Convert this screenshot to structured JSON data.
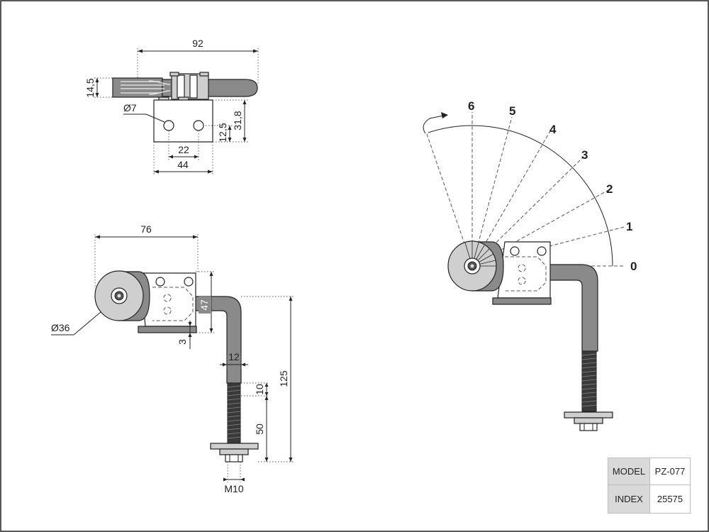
{
  "top_view": {
    "dims": {
      "length": "92",
      "thickness": "14,5",
      "hole_diameter": "Ø7",
      "plate_height": "31,8",
      "hole_offset": "12,5",
      "hole_spacing": "22",
      "plate_width": "44"
    }
  },
  "side_view": {
    "dims": {
      "width": "76",
      "roller_diameter": "Ø36",
      "bracket_height": "47",
      "plate_thickness": "3",
      "rod_diameter": "12",
      "overall_height": "125",
      "unthreaded": "10",
      "thread_length": "50",
      "thread": "M10"
    }
  },
  "angle_view": {
    "positions": [
      "0",
      "1",
      "2",
      "3",
      "4",
      "5",
      "6"
    ]
  },
  "title_block": {
    "model_label": "MODEL",
    "model_value": "PZ-077",
    "index_label": "INDEX",
    "index_value": "25575"
  }
}
